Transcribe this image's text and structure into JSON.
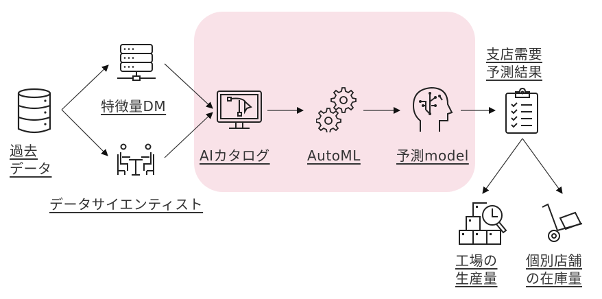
{
  "colors": {
    "highlight_zone": "#f9e2e8",
    "stroke": "#222222",
    "text": "#333333"
  },
  "nodes": {
    "past_data": {
      "label": "過去\nデータ",
      "icon": "database-icon"
    },
    "feature_dm": {
      "label": "特徴量DM",
      "icon": "server-icon"
    },
    "data_scientist": {
      "label": "データサイエンティスト",
      "icon": "meeting-people-icon"
    },
    "ai_catalog": {
      "label": "AIカタログ",
      "icon": "monitor-bezier-icon"
    },
    "automl": {
      "label": "AutoML",
      "icon": "gears-icon"
    },
    "prediction_model": {
      "label": "予測model",
      "icon": "ai-head-icon"
    },
    "branch_forecast": {
      "label": "支店需要\n予測結果",
      "icon": "clipboard-checklist-icon"
    },
    "factory_production": {
      "label": "工場の\n生産量",
      "icon": "boxes-magnifier-icon"
    },
    "store_inventory": {
      "label": "個別店舗\nの在庫量",
      "icon": "hand-truck-icon"
    }
  },
  "edges": [
    {
      "from": "past_data",
      "to": "feature_dm"
    },
    {
      "from": "past_data",
      "to": "data_scientist"
    },
    {
      "from": "feature_dm",
      "to": "ai_catalog"
    },
    {
      "from": "data_scientist",
      "to": "ai_catalog"
    },
    {
      "from": "ai_catalog",
      "to": "automl"
    },
    {
      "from": "automl",
      "to": "prediction_model"
    },
    {
      "from": "prediction_model",
      "to": "branch_forecast"
    },
    {
      "from": "branch_forecast",
      "to": "factory_production"
    },
    {
      "from": "branch_forecast",
      "to": "store_inventory"
    }
  ]
}
